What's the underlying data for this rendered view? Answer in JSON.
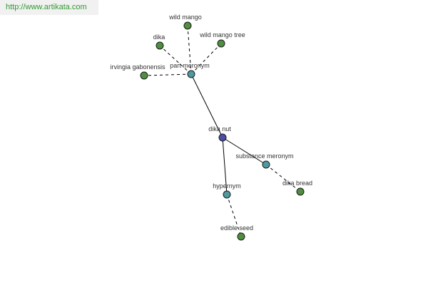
{
  "site": {
    "url_text": "http://www.artikata.com"
  },
  "graph": {
    "nodes": [
      {
        "id": "dika-nut",
        "label": "dika nut",
        "kind": "center",
        "color": "#4a4fa3"
      },
      {
        "id": "part-meronym",
        "label": "part meronym",
        "kind": "relation",
        "color": "#4f9aa0"
      },
      {
        "id": "substance-meronym",
        "label": "substance meronym",
        "kind": "relation",
        "color": "#4f9aa0"
      },
      {
        "id": "hypernym",
        "label": "hypernym",
        "kind": "relation",
        "color": "#4f9aa0"
      },
      {
        "id": "wild-mango",
        "label": "wild mango",
        "kind": "term",
        "color": "#4f8f3f"
      },
      {
        "id": "dika",
        "label": "dika",
        "kind": "term",
        "color": "#4f8f3f"
      },
      {
        "id": "wild-mango-tree",
        "label": "wild mango tree",
        "kind": "term",
        "color": "#4f8f3f"
      },
      {
        "id": "irvingia-gabonensis",
        "label": "irvingia gabonensis",
        "kind": "term",
        "color": "#4f8f3f"
      },
      {
        "id": "dika-bread",
        "label": "dika bread",
        "kind": "term",
        "color": "#4f8f3f"
      },
      {
        "id": "edible-seed",
        "label": "edible seed",
        "kind": "term",
        "color": "#4f8f3f"
      }
    ],
    "edges": [
      {
        "from": "dika-nut",
        "to": "part-meronym",
        "style": "solid"
      },
      {
        "from": "dika-nut",
        "to": "substance-meronym",
        "style": "solid"
      },
      {
        "from": "dika-nut",
        "to": "hypernym",
        "style": "solid"
      },
      {
        "from": "part-meronym",
        "to": "wild-mango",
        "style": "dashed"
      },
      {
        "from": "part-meronym",
        "to": "dika",
        "style": "dashed"
      },
      {
        "from": "part-meronym",
        "to": "wild-mango-tree",
        "style": "dashed"
      },
      {
        "from": "part-meronym",
        "to": "irvingia-gabonensis",
        "style": "dashed"
      },
      {
        "from": "substance-meronym",
        "to": "dika-bread",
        "style": "dashed"
      },
      {
        "from": "hypernym",
        "to": "edible-seed",
        "style": "dashed"
      }
    ]
  }
}
